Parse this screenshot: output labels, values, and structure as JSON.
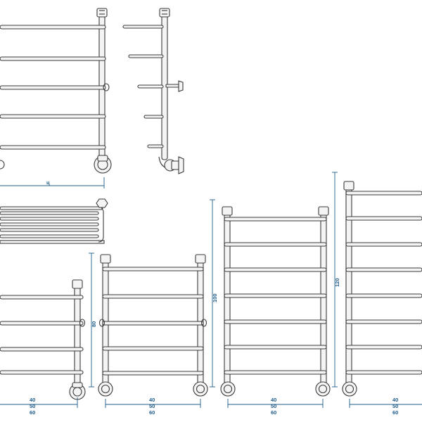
{
  "dimensions": {
    "width_top": "ц",
    "height_model_80": "80",
    "height_model_100": "100",
    "height_model_120": "120",
    "width_options": [
      "40",
      "50",
      "60"
    ]
  },
  "colors": {
    "line": "#3a3a3a",
    "dimension": "#1f5c8a",
    "background": "#ffffff"
  }
}
